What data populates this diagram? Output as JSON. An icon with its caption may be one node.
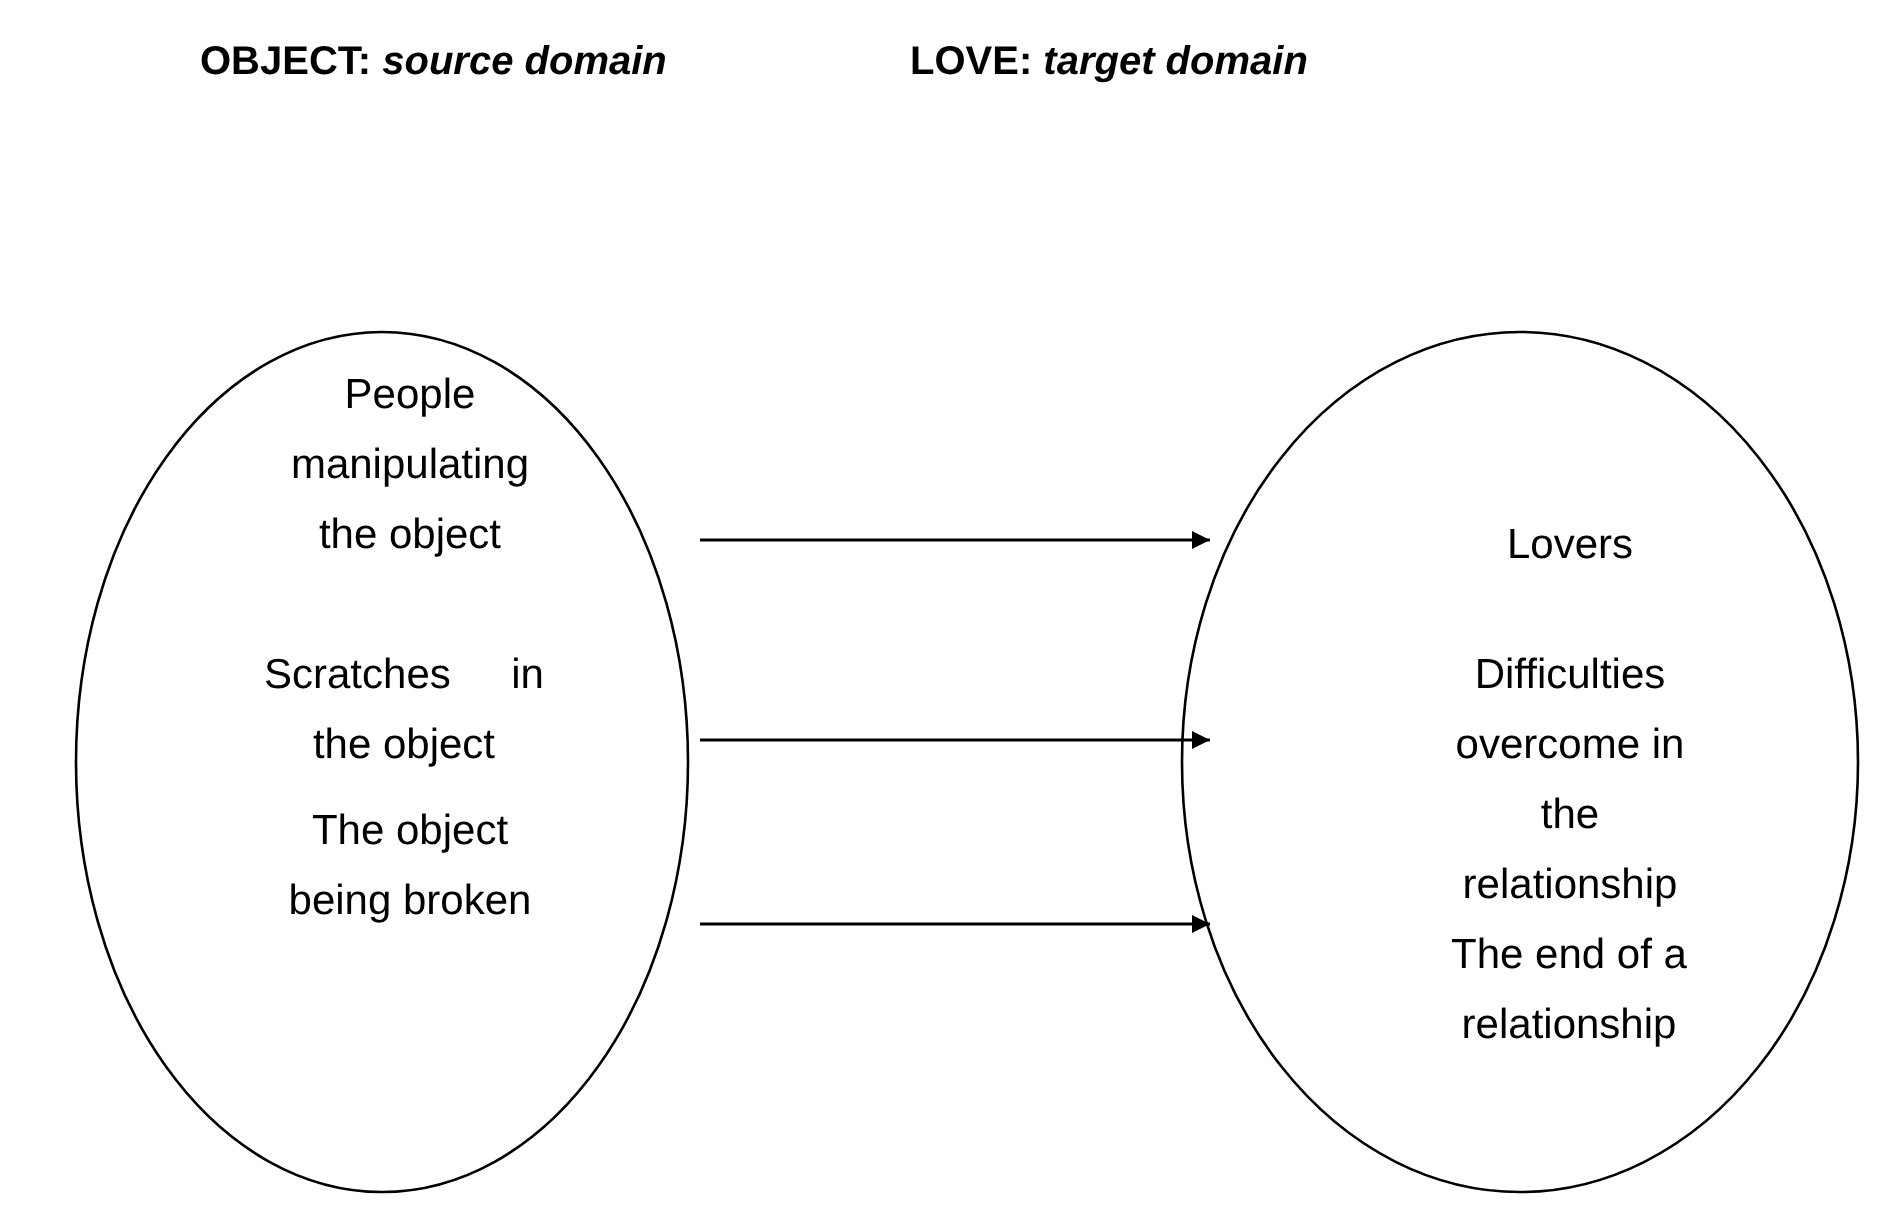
{
  "diagram": {
    "nodes": [
      {
        "text": [],
        "shape": "circle"
      },
      {
        "text": [
          "People manipulating the object"
        ],
        "in": 0
      },
      {
        "text": [
          "Scratches in the object"
        ],
        "in": 0
      },
      {
        "text": [
          "The object being broken"
        ],
        "in": 0
      },
      {
        "text": [],
        "shape": "circle"
      },
      {
        "text": [
          "Lovers"
        ],
        "in": 4
      },
      {
        "text": [
          "Difficulties overcome in the relationship"
        ],
        "in": 4
      },
      {
        "text": [
          "The end of a relationship"
        ],
        "in": 4
      }
    ],
    "edges": [
      {
        "from": 0,
        "to": 4,
        "arrow": "to"
      },
      {
        "from": 0,
        "to": 4,
        "arrow": "to"
      },
      {
        "from": 0,
        "to": 4,
        "arrow": "to"
      }
    ],
    "labels": [
      "OBJECT: *source domain*",
      "LOVE: *target domain*"
    ]
  }
}
